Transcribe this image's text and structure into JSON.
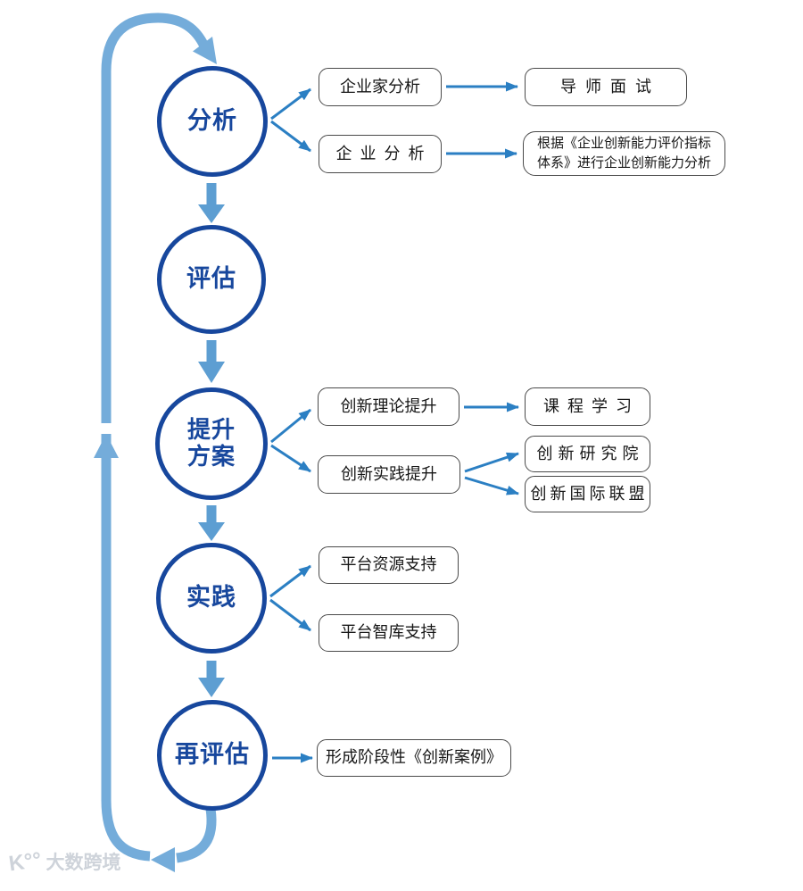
{
  "stages": [
    {
      "label": "分析"
    },
    {
      "label": "评估"
    },
    {
      "label_line1": "提升",
      "label_line2": "方案"
    },
    {
      "label": "实践"
    },
    {
      "label": "再评估"
    }
  ],
  "boxes": {
    "entrepreneur": "企业家分析",
    "mentor": "导师面试",
    "enterprise": "企业分析",
    "basis_line1": "根据《企业创新能力评价指标",
    "basis_line2": "体系》进行企业创新能力分析",
    "theory": "创新理论提升",
    "course": "课程学习",
    "practice": "创新实践提升",
    "institute": "创新研究院",
    "alliance": "创新国际联盟",
    "resource": "平台资源支持",
    "thinktank": "平台智库支持",
    "case": "形成阶段性《创新案例》"
  },
  "colors": {
    "circle_navy": "#17479d",
    "loop_blue": "#74acda",
    "thick_arrow_blue": "#5d9ed2",
    "thin_arrow_blue": "#2b7fc3",
    "box_border_gray": "#4a4a4a"
  },
  "watermark": {
    "logo": "K°°",
    "text": "大数跨境"
  }
}
